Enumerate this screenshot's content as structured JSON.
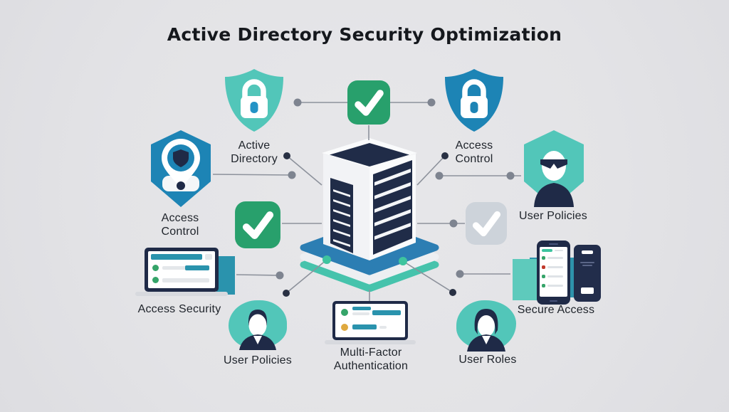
{
  "title": "Active Directory Security Optimization",
  "nodes": {
    "active_directory": {
      "label": "Active Directory",
      "icon": "shield-lock-icon"
    },
    "verified_top": {
      "icon": "check-badge-icon"
    },
    "access_control_top": {
      "label": "Access Control",
      "icon": "shield-lock-icon"
    },
    "access_control_left": {
      "label": "Access Control",
      "icon": "location-shield-icon"
    },
    "user_policies_right": {
      "label": "User Policies",
      "icon": "user-badge-icon"
    },
    "verified_left": {
      "icon": "check-badge-icon"
    },
    "verified_right": {
      "icon": "check-badge-muted-icon"
    },
    "central_server": {
      "icon": "server-tower-icon"
    },
    "access_security": {
      "label": "Access Security",
      "icon": "laptop-security-icon"
    },
    "user_policies_bottom": {
      "label": "User Policies",
      "icon": "user-avatar-icon"
    },
    "multi_factor_authentication": {
      "label": "Multi-Factor Authentication",
      "icon": "laptop-authentication-icon"
    },
    "user_roles": {
      "label": "User Roles",
      "icon": "user-avatar-icon"
    },
    "secure_access": {
      "label": "Secure Access",
      "icon": "smartphones-icon"
    }
  },
  "colors": {
    "background": "#e3e3e6",
    "title_color": "#15181d",
    "label_color": "#20252c",
    "teal": "#52c6b9",
    "blue": "#1d84b5",
    "green": "#28a06c",
    "gray_badge": "#cdd3da",
    "navy": "#1f2a47",
    "line_gray": "#8d929c",
    "dot_gray": "#7e8490",
    "dot_dark": "#283043",
    "dot_green": "#3ec49f",
    "base_blue": "#2c7eb3",
    "base_teal": "#46c3ac",
    "screen_teal": "#2a93ad",
    "icon_green": "#35a469",
    "icon_gold": "#dfa93f",
    "icon_red": "#c0392b",
    "keyhole_blue": "#2493c6",
    "backdrop_teal": "#2e93ac",
    "backdrop_teal_light": "#5ecabc"
  }
}
